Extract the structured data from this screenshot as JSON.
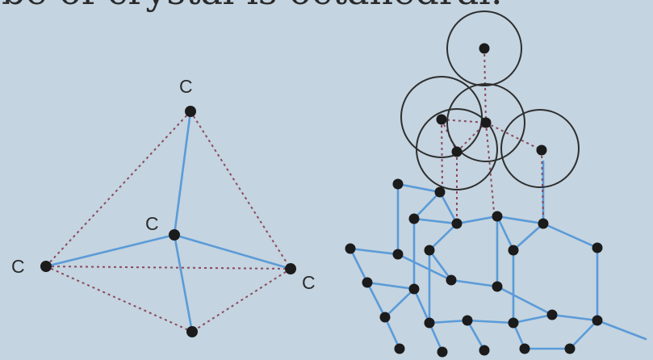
{
  "caption": "be of crystal is octahedral.",
  "tetrahedron": {
    "labels": [
      "C",
      "C",
      "C",
      "C"
    ],
    "colors": {
      "bond": "#5b9bd8",
      "edge": "#8a4a5e",
      "atom": "#1b1b1b"
    }
  },
  "lattice": {
    "colors": {
      "bond": "#5b9bd8",
      "shell": "#2e2e2e",
      "guide": "#8a4a5e"
    }
  }
}
